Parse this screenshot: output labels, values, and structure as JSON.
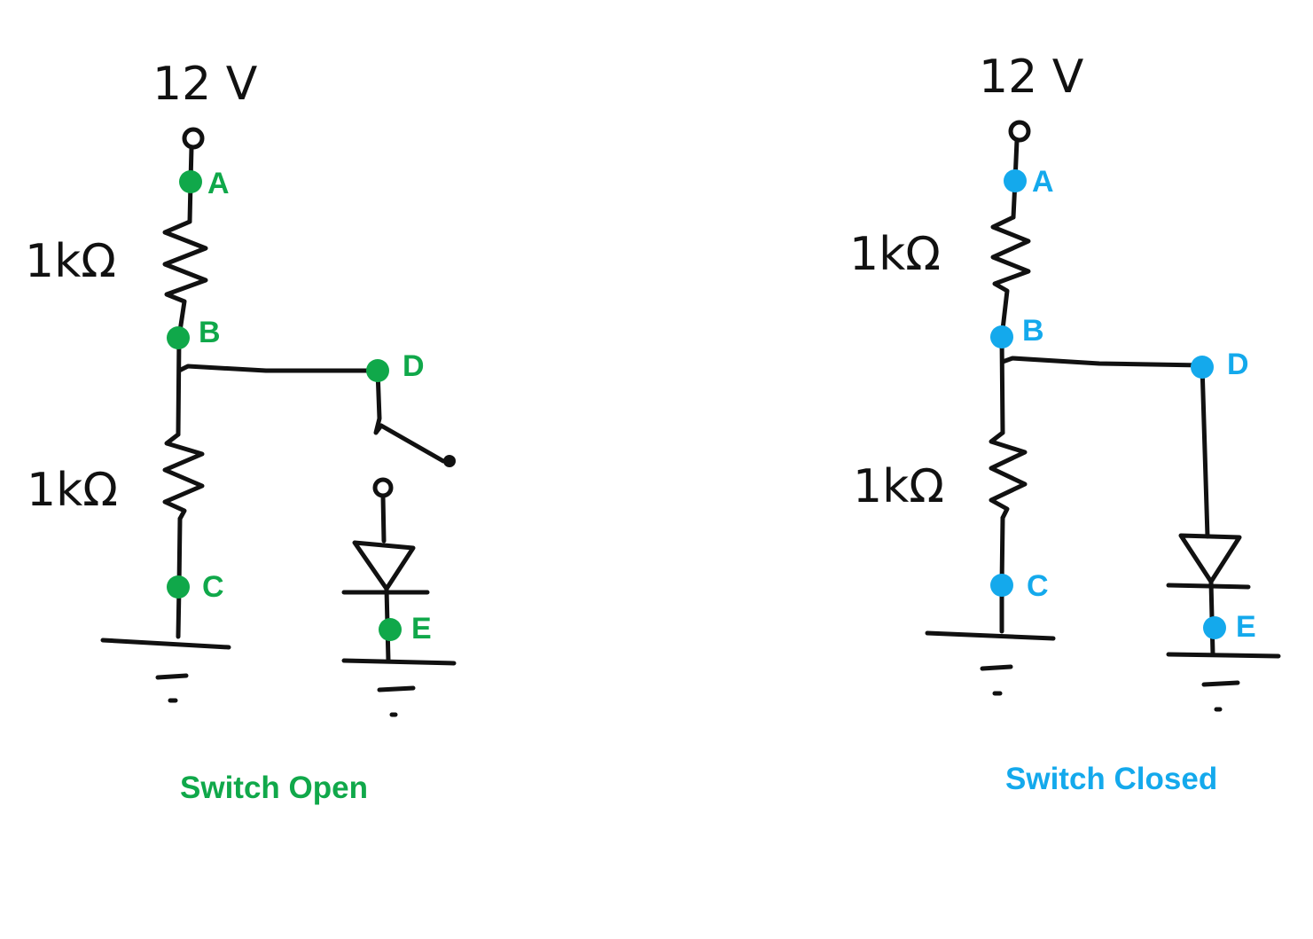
{
  "colors": {
    "open": "#10a84a",
    "closed": "#14a9ec",
    "ink": "#111111"
  },
  "open_circuit": {
    "caption": "Switch Open",
    "supply_label": "12 V",
    "r1_label": "1kΩ",
    "r2_label": "1kΩ",
    "nodes": {
      "a": "A",
      "b": "B",
      "c": "C",
      "d": "D",
      "e": "E"
    }
  },
  "closed_circuit": {
    "caption": "Switch Closed",
    "supply_label": "12 V",
    "r1_label": "1kΩ",
    "r2_label": "1kΩ",
    "nodes": {
      "a": "A",
      "b": "B",
      "c": "C",
      "d": "D",
      "e": "E"
    }
  }
}
